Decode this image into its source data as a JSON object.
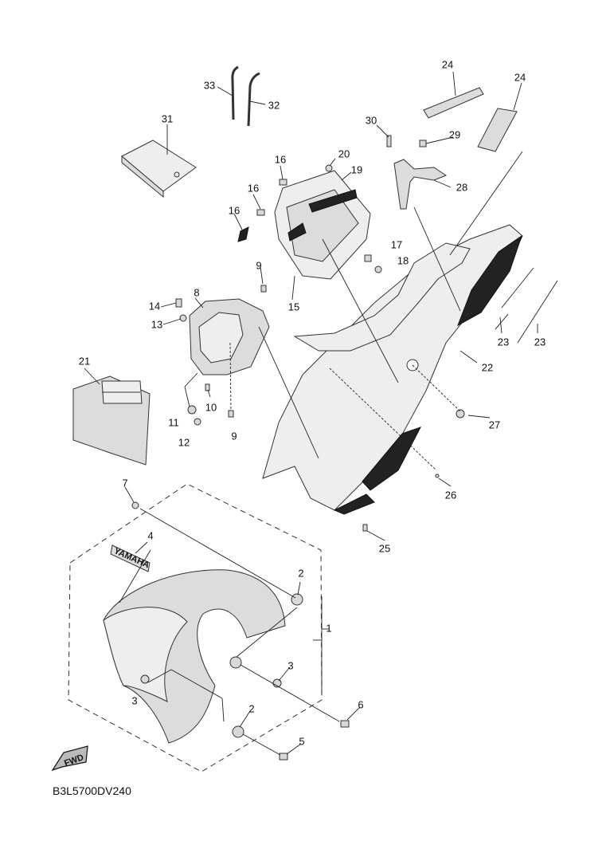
{
  "diagram_code": "B3L5700DV240",
  "fwd_label": "FWD",
  "emblem_text": "YAMAHA",
  "callouts": [
    "33",
    "32",
    "31",
    "24",
    "24",
    "30",
    "29",
    "28",
    "20",
    "19",
    "16",
    "16",
    "16",
    "17",
    "18",
    "9",
    "15",
    "8",
    "14",
    "13",
    "21",
    "22",
    "23",
    "23",
    "10",
    "11",
    "12",
    "9",
    "27",
    "26",
    "25",
    "7",
    "4",
    "2",
    "1",
    "3",
    "3",
    "6",
    "2",
    "5"
  ]
}
